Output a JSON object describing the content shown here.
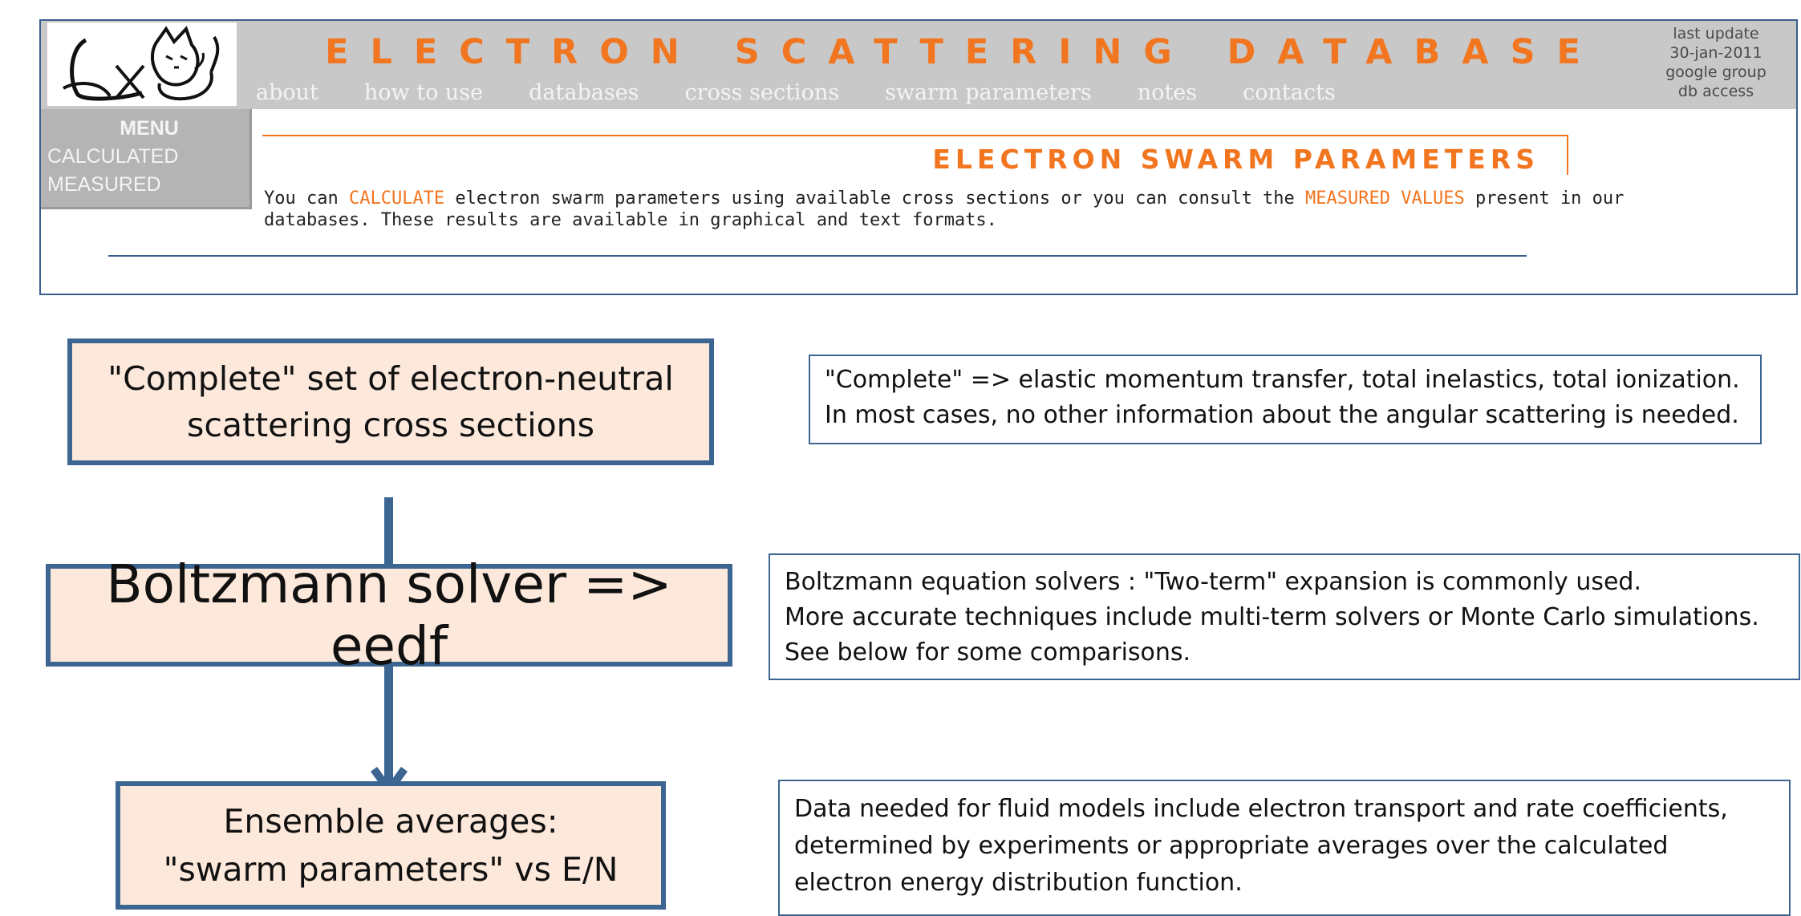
{
  "site": {
    "title": "ELECTRON SCATTERING DATABASE",
    "nav": [
      "about",
      "how to use",
      "databases",
      "cross sections",
      "swarm parameters",
      "notes",
      "contacts"
    ],
    "meta": [
      "last update",
      "30-jan-2011",
      "google group",
      "db access"
    ],
    "menu": {
      "heading": "MENU",
      "items": [
        "CALCULATED",
        "MEASURED"
      ]
    },
    "page_title": "ELECTRON SWARM PARAMETERS",
    "intro": {
      "t1": "You can ",
      "link1": "CALCULATE",
      "t2": " electron swarm parameters using available cross sections or you can consult the ",
      "link2": "MEASURED VALUES",
      "t3": " present in our databases. These results are available in graphical and text formats."
    },
    "colors": {
      "accent": "#f2751f",
      "bar": "#c8c8c8",
      "menu": "#b4b4b4"
    }
  },
  "diagram": {
    "box1": "\"Complete\" set of electron-neutral scattering cross sections",
    "box2": "Boltzmann solver => eedf",
    "box3_lines": [
      "Ensemble averages:",
      "\"swarm parameters\" vs E/N"
    ],
    "note1": [
      "\"Complete\" => elastic momentum transfer, total inelastics, total ionization.",
      "In most cases, no other information about the angular scattering is needed."
    ],
    "note2": [
      "Boltzmann equation solvers : \"Two-term\" expansion is commonly used.",
      "More accurate techniques include multi-term solvers or Monte Carlo simulations.",
      "See below for some comparisons."
    ],
    "note3": [
      "Data needed for fluid models include electron transport and rate coefficients,",
      "determined by experiments or appropriate averages over the calculated",
      "electron energy distribution function."
    ],
    "colors": {
      "box_fill": "#fde9db",
      "box_border": "#3c6592"
    }
  }
}
